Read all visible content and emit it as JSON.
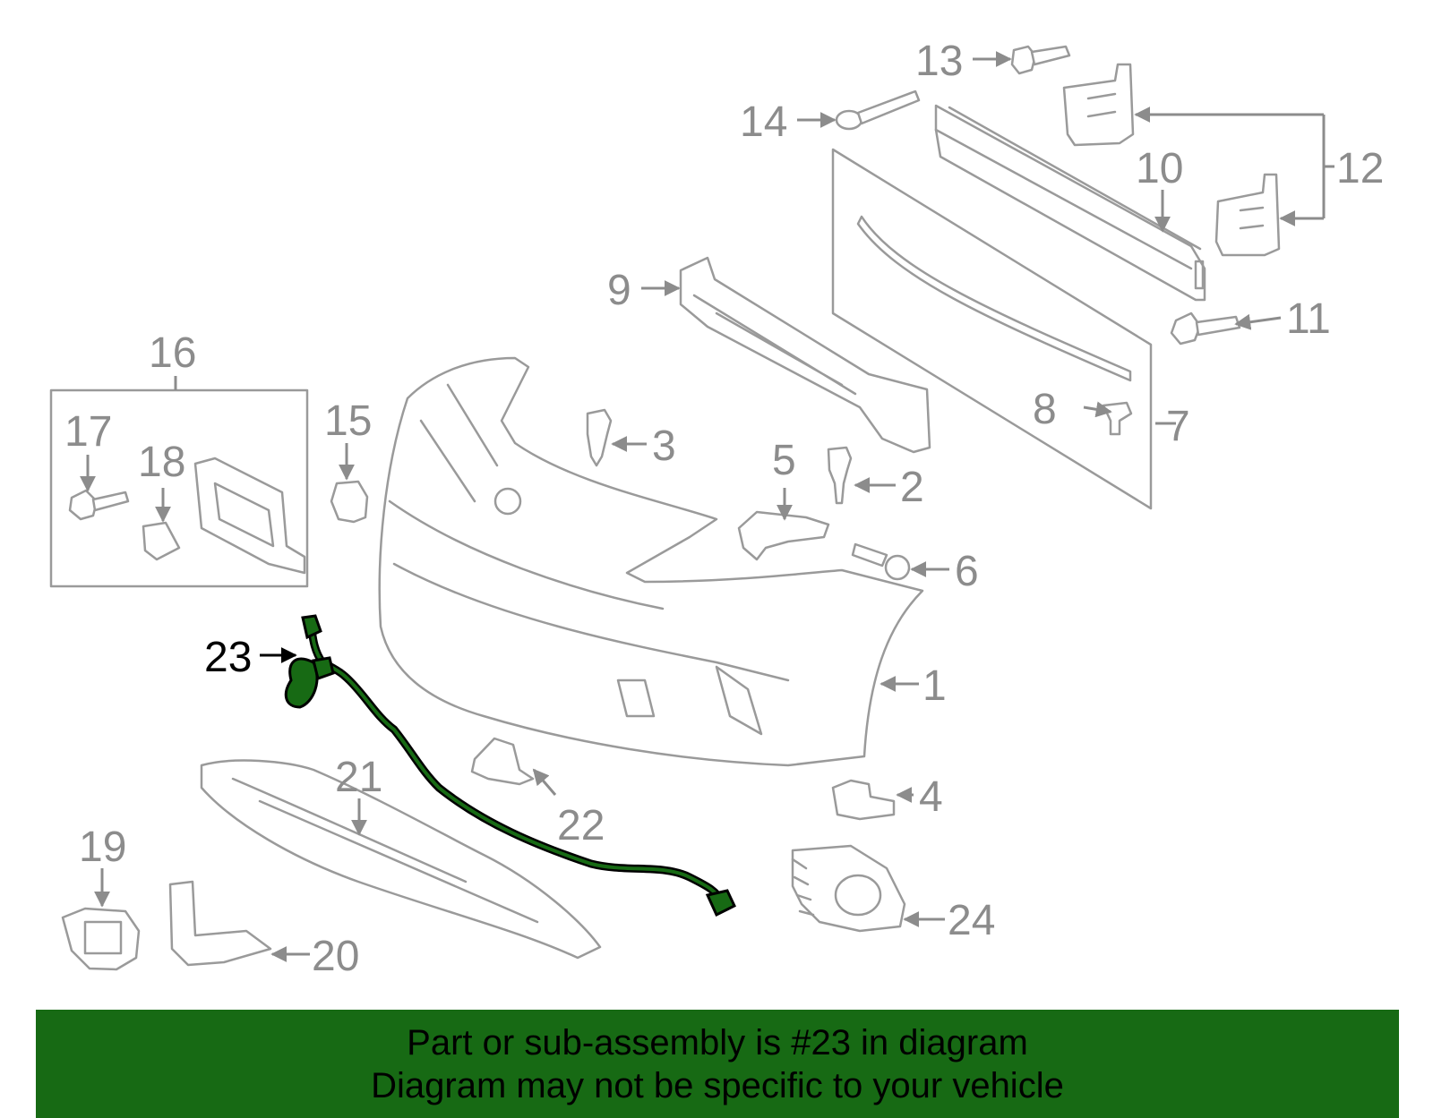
{
  "diagram": {
    "callouts": [
      "1",
      "2",
      "3",
      "4",
      "5",
      "6",
      "7",
      "8",
      "9",
      "10",
      "11",
      "12",
      "13",
      "14",
      "15",
      "16",
      "17",
      "18",
      "19",
      "20",
      "21",
      "22",
      "23",
      "24"
    ],
    "highlighted": "23",
    "colors": {
      "line_art": "#9a9a9a",
      "callout_text": "#8c8c8c",
      "highlight_part_fill": "#176a14",
      "highlight_text": "#000000",
      "banner_background": "#176a14"
    }
  },
  "banner": {
    "line1": "Part or sub-assembly is #23 in diagram",
    "line2": "Diagram may not be specific to your vehicle"
  }
}
